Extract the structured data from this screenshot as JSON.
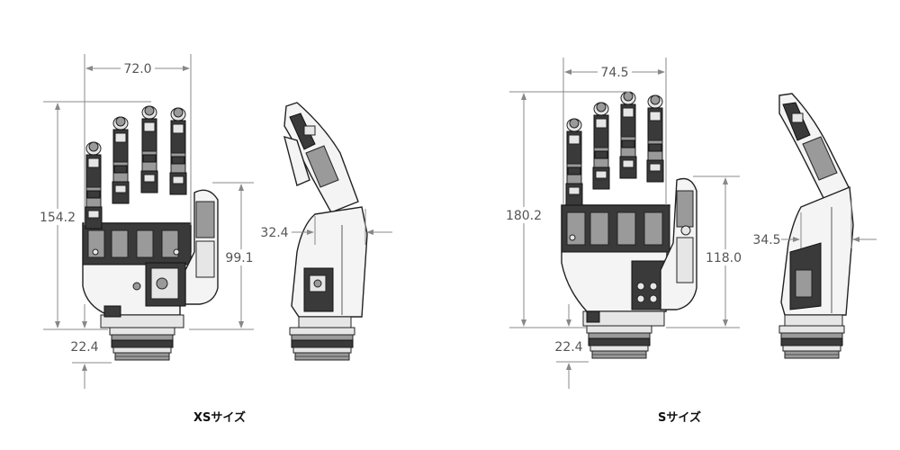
{
  "xs": {
    "caption": "XSサイズ",
    "width": "72.0",
    "height": "154.2",
    "thumb_height": "99.1",
    "side_thickness": "32.4",
    "base_height": "22.4"
  },
  "s": {
    "caption": "Sサイズ",
    "width": "74.5",
    "height": "180.2",
    "thumb_height": "118.0",
    "side_thickness": "34.5",
    "base_height": "22.4"
  }
}
